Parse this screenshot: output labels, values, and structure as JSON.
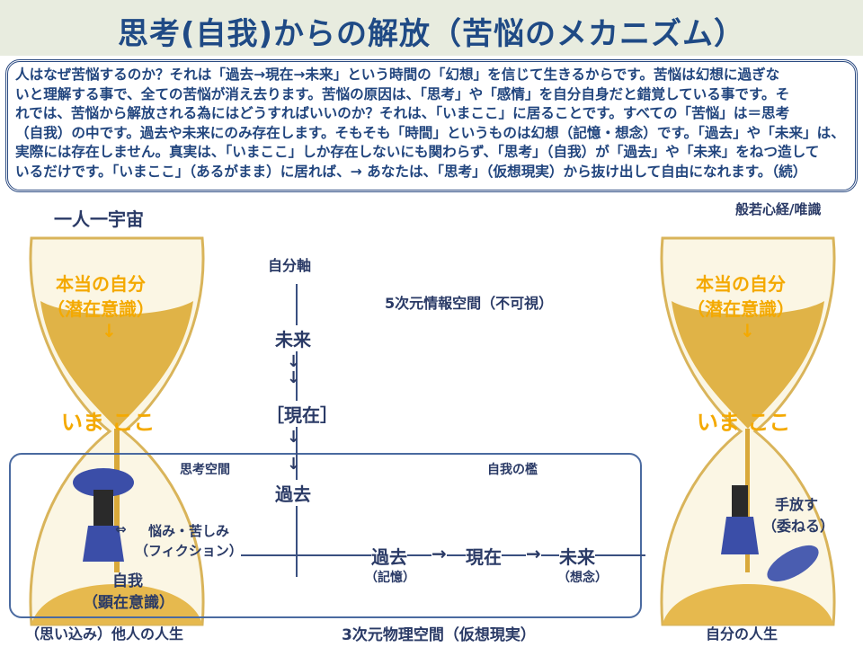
{
  "title": "思考(自我)からの解放（苦悩のメカニズム）",
  "intro_lines": [
    "人はなぜ苦悩するのか？それは「過去→現在→未来」という時間の「幻想」を信じて生きるからです。苦悩は幻想に過ぎな",
    "いと理解する事で、全ての苦悩が消え去ります。苦悩の原因は、「思考」や「感情」を自分自身だと錯覚している事です。そ",
    "れでは、苦悩から解放される為にはどうすればいいのか？それは、「いまここ」に居ることです。すべての「苦悩」は＝思考",
    "（自我）の中です。過去や未来にのみ存在します。そもそも「時間」というものは幻想（記憶・想念）です。「過去」や「未来」は、",
    "実際には存在しません。真実は、「いまここ」しか存在しないにも関わらず、「思考」（自我）が「過去」や「未来」をねつ造して",
    "いるだけです。「いまここ」（あるがまま）に居れば、→ あなたは、「思考」（仮想現実）から抜け出して自由になれます。（続）"
  ],
  "left": {
    "heading": "一人一宇宙",
    "true_self": "本当の自分",
    "latent": "（潜在意識）",
    "arrow": "↓",
    "imakoko": "いま ここ",
    "link": "⇔",
    "worry": "悩み・苦しみ",
    "fiction": "（フィクション）",
    "ego": "自我",
    "conscious": "（顕在意識）",
    "caption": "（思い込み）他人の人生"
  },
  "right": {
    "heading": "般若心経/唯識",
    "true_self": "本当の自分",
    "latent": "（潜在意識）",
    "arrow": "↓",
    "imakoko": "いま ここ",
    "letgo": "手放す",
    "entrust": "（委ねる）",
    "caption": "自分の人生"
  },
  "center": {
    "axis": "自分軸",
    "space5": "5次元情報空間（不可視）",
    "future": "未来",
    "present": "［現在］",
    "past": "過去",
    "thought_space": "思考空間",
    "ego_cage": "自我の檻",
    "t_past": "過去",
    "t_present": "現在",
    "t_future": "未来",
    "memory": "（記憶）",
    "idea": "（想念）",
    "arrow": "→",
    "down": "↓",
    "space3": "3次元物理空間（仮想現実）"
  },
  "colors": {
    "title": "#1f4a85",
    "accent": "#f4a900",
    "sand": "#d9a93a"
  }
}
